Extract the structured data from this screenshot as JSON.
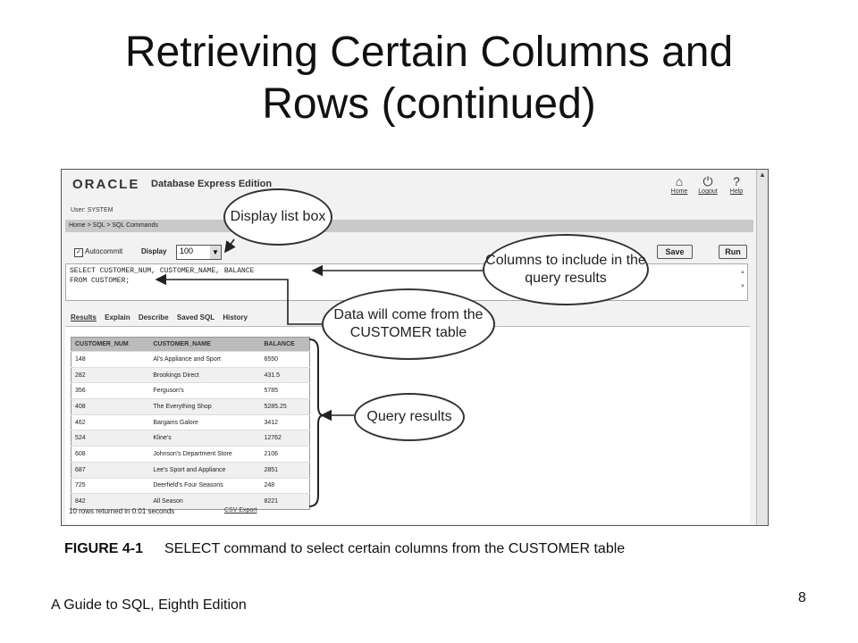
{
  "slide": {
    "title_line1": "Retrieving Certain Columns and",
    "title_line2": "Rows (continued)",
    "footer": "A Guide to SQL, Eighth Edition",
    "page_number": "8"
  },
  "figure": {
    "label": "FIGURE 4-1",
    "caption": "SELECT command to select certain columns from the CUSTOMER table"
  },
  "app": {
    "logo": "ORACLE",
    "product": "Database Express Edition",
    "user": "User: SYSTEM",
    "header_links": [
      {
        "label": "Home",
        "icon": "home-icon"
      },
      {
        "label": "Logout",
        "icon": "logout-icon"
      },
      {
        "label": "Help",
        "icon": "help-icon"
      }
    ],
    "breadcrumb": "Home > SQL > SQL Commands",
    "autocommit": {
      "label": "Autocommit",
      "checked": true
    },
    "display": {
      "label": "Display",
      "value": "100"
    },
    "buttons": {
      "save": "Save",
      "run": "Run"
    },
    "sql_lines": [
      "SELECT CUSTOMER_NUM, CUSTOMER_NAME, BALANCE",
      "FROM CUSTOMER;"
    ],
    "tabs": [
      "Results",
      "Explain",
      "Describe",
      "Saved SQL",
      "History"
    ],
    "active_tab": "Results",
    "table": {
      "columns": [
        "CUSTOMER_NUM",
        "CUSTOMER_NAME",
        "BALANCE"
      ],
      "rows": [
        [
          "148",
          "Al's Appliance and Sport",
          "6550"
        ],
        [
          "282",
          "Brookings Direct",
          "431.5"
        ],
        [
          "356",
          "Ferguson's",
          "5785"
        ],
        [
          "408",
          "The Everything Shop",
          "5285.25"
        ],
        [
          "462",
          "Bargains Galore",
          "3412"
        ],
        [
          "524",
          "Kline's",
          "12762"
        ],
        [
          "608",
          "Johnson's Department Store",
          "2106"
        ],
        [
          "687",
          "Lee's Sport and Appliance",
          "2851"
        ],
        [
          "725",
          "Deerfield's Four Seasons",
          "248"
        ],
        [
          "842",
          "All Season",
          "8221"
        ]
      ]
    },
    "rows_info": "10 rows returned in 0.01 seconds",
    "csv_export": "CSV Export"
  },
  "callouts": {
    "display": "Display list box",
    "columns": "Columns to include in the query results",
    "data": "Data will come from the CUSTOMER table",
    "query": "Query results"
  },
  "colors": {
    "breadcrumb_bg": "#c9c9c9",
    "table_header_bg": "#bbbbbb"
  }
}
